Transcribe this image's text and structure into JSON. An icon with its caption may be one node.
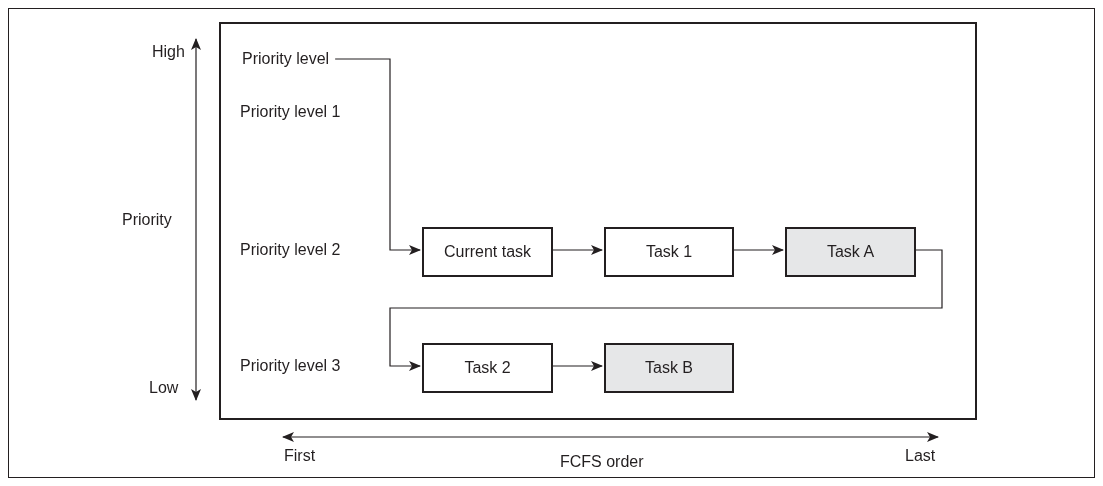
{
  "diagram": {
    "nodes": [
      {
        "text": [],
        "shape": "box"
      },
      {
        "text": [
          "Priority level"
        ],
        "in": 0
      },
      {
        "text": [
          "Current task"
        ],
        "in": 0
      },
      {
        "text": [
          "Task 1"
        ],
        "in": 0
      },
      {
        "text": [
          "Task A"
        ],
        "in": 0
      },
      {
        "text": [
          "Task 2"
        ],
        "in": 0
      },
      {
        "text": [
          "Task B"
        ],
        "in": 0
      }
    ],
    "edges": [
      {
        "from": 1,
        "to": 2,
        "arrow": "to"
      },
      {
        "from": 2,
        "to": 3,
        "arrow": "to"
      },
      {
        "from": 3,
        "to": 4,
        "arrow": "to"
      },
      {
        "from": 4,
        "to": 5,
        "arrow": "to"
      },
      {
        "from": 5,
        "to": 6,
        "arrow": "to"
      }
    ],
    "labels": [
      "High",
      "Priority level 1",
      "Priority",
      "Priority level 2",
      "Priority level 3",
      "Low",
      "First",
      "Last",
      "FCFS order"
    ]
  }
}
